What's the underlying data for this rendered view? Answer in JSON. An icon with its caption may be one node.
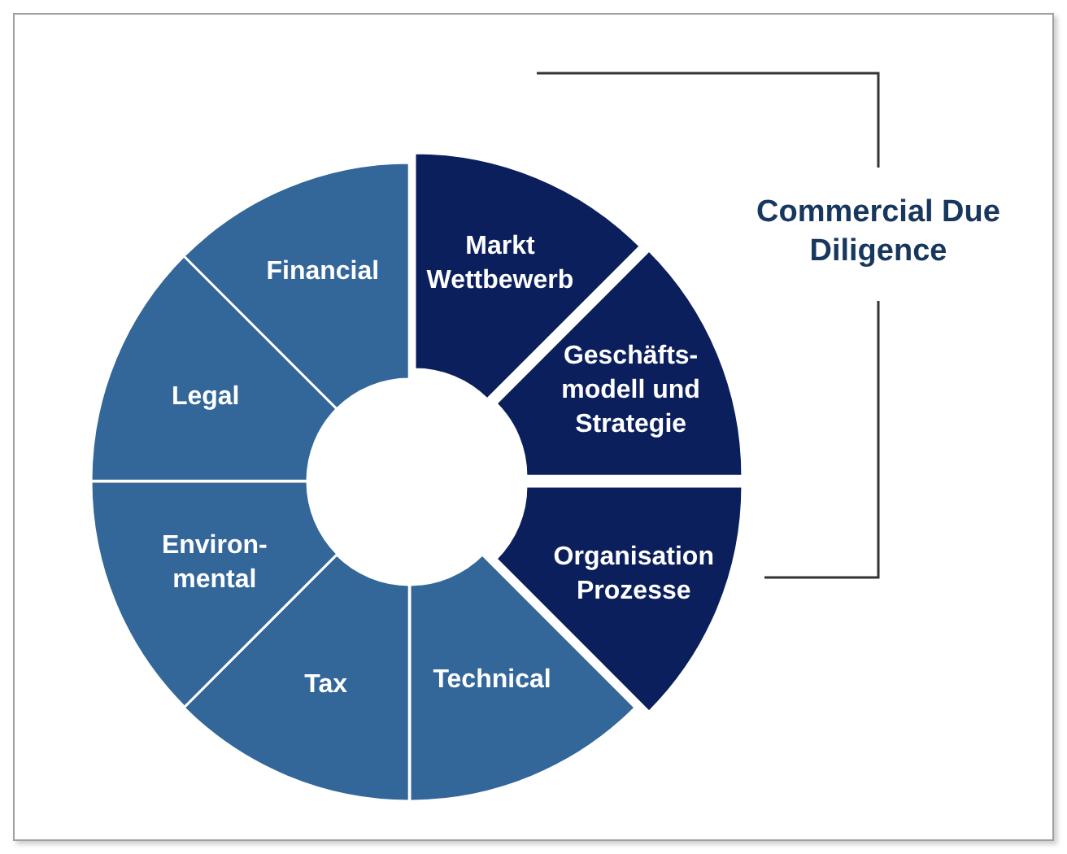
{
  "diagram": {
    "nodes": [
      {
        "text": [
          "Markt Wettbewerb"
        ]
      },
      {
        "text": [
          "Geschäfts-modell und Strategie"
        ]
      },
      {
        "text": [
          "Organisation Prozesse"
        ]
      },
      {
        "text": [
          "Technical"
        ]
      },
      {
        "text": [
          "Tax"
        ]
      },
      {
        "text": [
          "Environ-mental"
        ]
      },
      {
        "text": [
          "Legal"
        ]
      },
      {
        "text": [
          "Financial"
        ]
      }
    ],
    "edges": [],
    "labels": [
      "Commercial Due Diligence"
    ]
  }
}
